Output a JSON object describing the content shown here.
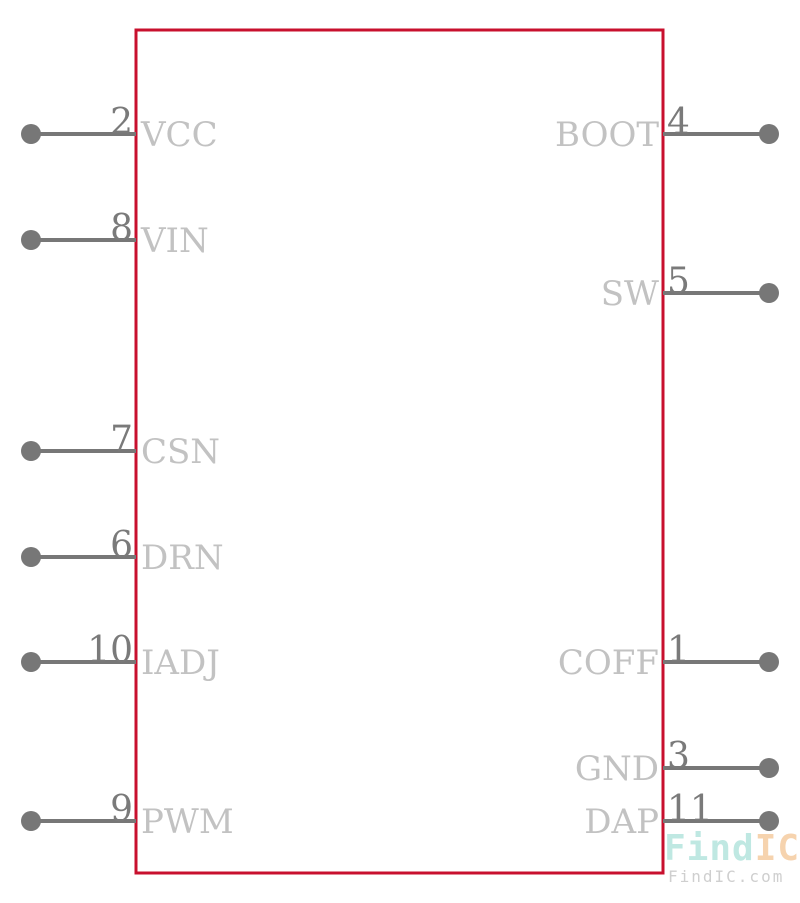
{
  "colors": {
    "body_outline": "#c8102e",
    "pin_line": "#777777",
    "pin_number": "#7a7a7a",
    "pin_label": "#c2c2c2",
    "watermark_find": "#bfe8e2",
    "watermark_ic": "#f6d3ae",
    "watermark_sub": "#cfcfcf"
  },
  "component": {
    "pins_left": [
      {
        "number": "2",
        "name": "VCC"
      },
      {
        "number": "8",
        "name": "VIN"
      },
      {
        "number": "7",
        "name": "CSN"
      },
      {
        "number": "6",
        "name": "DRN"
      },
      {
        "number": "10",
        "name": "IADJ"
      },
      {
        "number": "9",
        "name": "PWM"
      }
    ],
    "pins_right": [
      {
        "number": "4",
        "name": "BOOT"
      },
      {
        "number": "5",
        "name": "SW"
      },
      {
        "number": "1",
        "name": "COFF"
      },
      {
        "number": "3",
        "name": "GND"
      },
      {
        "number": "11",
        "name": "DAP"
      }
    ]
  },
  "watermark": {
    "find": "Find",
    "ic": "IC",
    "domain": "FindIC.com"
  }
}
